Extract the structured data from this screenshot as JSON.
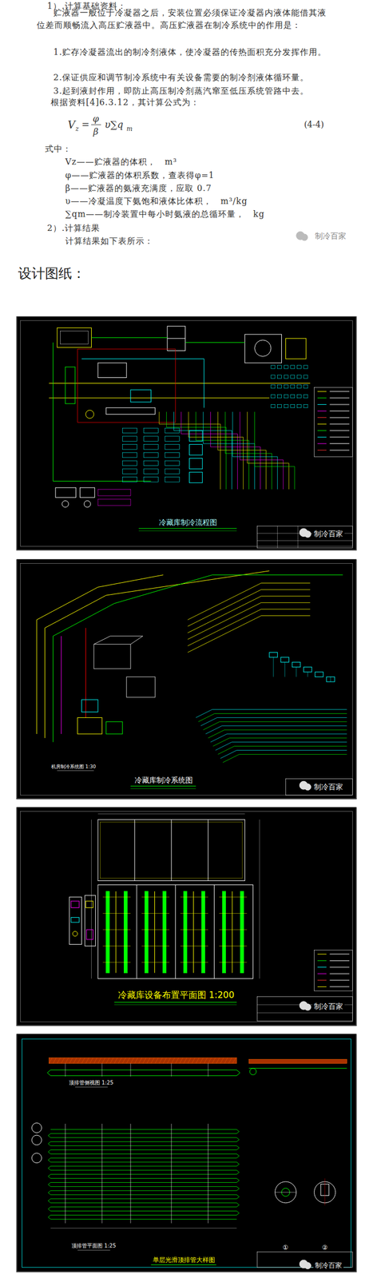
{
  "diagram": {
    "nodes": [
      {
        "text": [
          "冷藏库制冷流程图"
        ]
      },
      {
        "text": [
          "冷藏库制冷系统图"
        ]
      },
      {
        "text": [
          "冷藏库设备布置平面图 1:200"
        ]
      },
      {
        "text": [
          "单层光滑顶排管大样图"
        ]
      }
    ],
    "labels": [
      "1）.计算基础资料：",
      "贮液器一般位于冷凝器之后，安装位置必须保证冷凝器内液体能借其液位差而顺畅流入高压贮液器中。高压贮液器在制冷系统中的作用是：",
      "1.贮存冷凝器流出的制冷剂液体，使冷凝器的传热面积充分发挥作用。",
      "2.保证供应和调节制冷系统中有关设备需要的制冷剂液体循环量。",
      "3.起到液封作用，即防止高压制冷剂蒸汽窜至低压系统管路中去。",
      "根据资料[4]6.3.12，其计算公式为：",
      "V",
      "z",
      "=",
      "φ",
      "β",
      "υ∑q",
      "m",
      "(4-4)",
      "式中：",
      "Vz——贮液器的体积，　m³",
      "φ——贮液器的体积系数，查表得φ=1",
      "β——贮液器的氨液充满度，应取 0.7",
      "υ——冷凝温度下氨饱和液体比体积，　m³/kg",
      "∑qm——制冷装置中每小时氨液的总循环量，　kg",
      "2）.计算结果",
      "计算结果如下表所示：",
      "制冷百家",
      "设计图纸：",
      "制冷百家",
      "制冷百家",
      "机房制冷系统图 1:30",
      "制冷百家",
      "顶排管侧视图 1:25",
      "顶排管平面图 1:25",
      "制冷百家",
      "①",
      "②"
    ]
  }
}
